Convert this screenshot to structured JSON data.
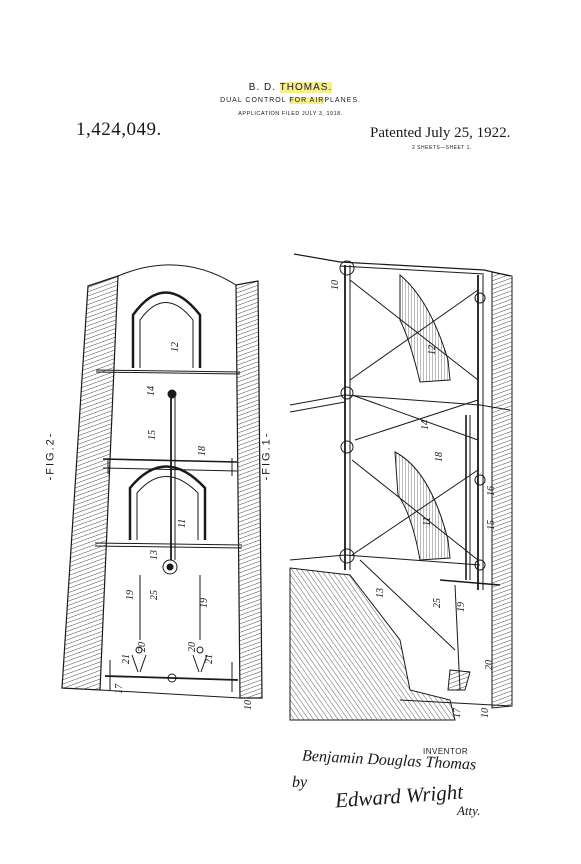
{
  "header": {
    "inventor_name_a": "B. D. ",
    "inventor_name_b": "THOMAS.",
    "title_a": "DUAL CONTROL ",
    "title_b": "FOR AIR",
    "title_c": "PLANES.",
    "filed": "APPLICATION FILED JULY 3, 1918."
  },
  "patent_number": "1,424,049.",
  "patented_date": "Patented July 25, 1922.",
  "sheets": "2 SHEETS—SHEET 1.",
  "figures": {
    "fig2_label": "-FIG.2-",
    "fig1_label": "-FIG.1-"
  },
  "fig2_refs": [
    "12",
    "14",
    "15",
    "18",
    "11",
    "13",
    "25",
    "19",
    "19",
    "20",
    "20",
    "21",
    "21",
    "17",
    "10"
  ],
  "fig1_refs": [
    "10",
    "12",
    "14",
    "18",
    "16",
    "11",
    "15",
    "13",
    "25",
    "19",
    "20",
    "17",
    "10"
  ],
  "signature": {
    "inventor_label": "INVENTOR",
    "inventor_signature": "Benjamin Douglas Thomas",
    "by": "by",
    "attorney_signature": "Edward Wright",
    "attys": "Atty."
  },
  "colors": {
    "highlight": "#f7f08a",
    "ink": "#1a1a1a",
    "paper": "#ffffff"
  }
}
